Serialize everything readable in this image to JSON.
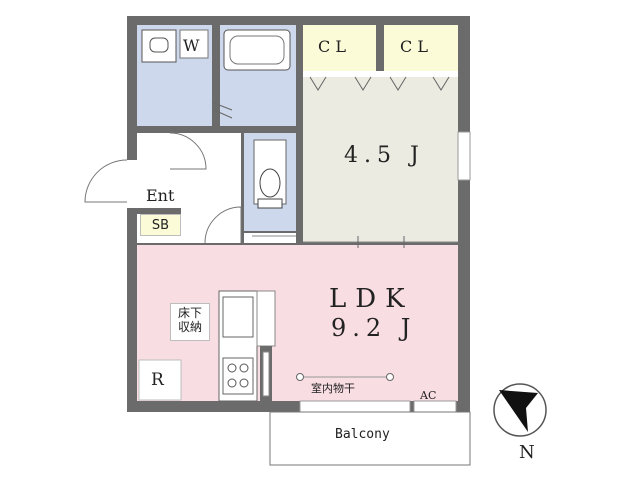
{
  "rooms": {
    "washroom": "W",
    "closet_left": "C L",
    "closet_right": "C L",
    "bedroom_size": "4.5 J",
    "entrance": "Ent",
    "shoe_box": "SB",
    "ldk_name": "LDK",
    "ldk_size": "9.2 J",
    "floor_storage_line1": "床下",
    "floor_storage_line2": "収納",
    "refrigerator": "R",
    "drying_rack": "室内物干",
    "air_conditioner": "AC",
    "balcony": "Balcony"
  },
  "compass": {
    "north": "N"
  },
  "colors": {
    "wall": "#6b6b6b",
    "wet_area": "#cdd8ec",
    "bedroom": "#ecebe1",
    "ldk": "#f8dde2",
    "closet": "#fbfbd8",
    "shoe_box": "#fbfbd8"
  }
}
